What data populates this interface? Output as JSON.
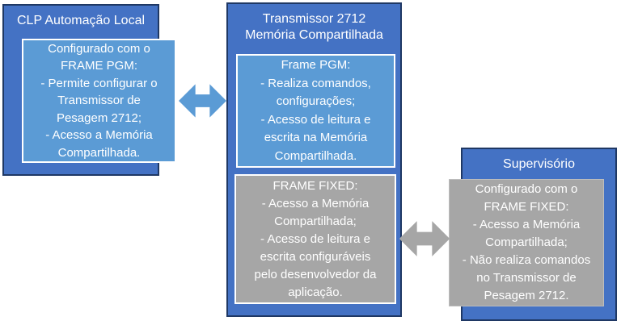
{
  "colors": {
    "outer_fill": "#4472C4",
    "outer_border": "#1F3864",
    "inner_blue": "#5B9BD5",
    "inner_border": "#FFFFFF",
    "gray_fill": "#A6A6A6",
    "gray_edge": "#BDBDBD",
    "arrow_blue": "#5B9BD5",
    "arrow_gray": "#A6A6A6",
    "text": "#FFFFFF"
  },
  "panels": {
    "left": {
      "title": "CLP Automação Local",
      "body": [
        "Configurado com o",
        "FRAME PGM:",
        "- Permite configurar o",
        "Transmissor de",
        "Pesagem 2712;",
        "- Acesso a Memória",
        "Compartilhada."
      ]
    },
    "middle": {
      "title": [
        "Transmissor 2712",
        "Memória Compartilhada"
      ],
      "pgm_box": [
        "Frame PGM:",
        "- Realiza comandos,",
        "configurações;",
        "- Acesso de leitura e",
        "escrita na Memória",
        "Compartilhada."
      ],
      "fixed_box": [
        "FRAME FIXED:",
        "- Acesso a Memória",
        "Compartilhada;",
        "- Acesso de leitura e",
        "escrita configuráveis",
        "pelo desenvolvedor da",
        "aplicação."
      ]
    },
    "right": {
      "title": "Supervisório",
      "body": [
        "Configurado com o",
        "FRAME FIXED:",
        "- Acesso a Memória",
        "Compartilhada;",
        "- Não realiza comandos",
        "no Transmissor de",
        "Pesagem 2712."
      ]
    }
  },
  "arrows": {
    "left_middle": "bidirectional-arrow",
    "middle_right": "bidirectional-arrow"
  }
}
